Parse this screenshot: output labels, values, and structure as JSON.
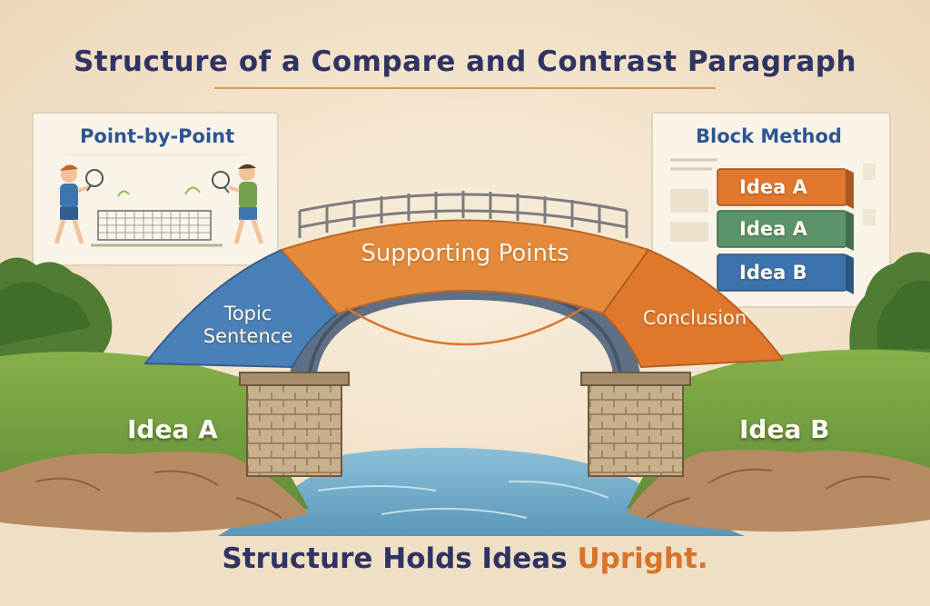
{
  "title": "Structure of a Compare and Contrast Paragraph",
  "left_card": {
    "title": "Point-by-Point"
  },
  "right_card": {
    "title": "Block Method",
    "blocks": [
      {
        "label": "Idea A",
        "color": "#e1782d"
      },
      {
        "label": "Idea A",
        "color": "#5b946a"
      },
      {
        "label": "Idea B",
        "color": "#3d73ad"
      }
    ]
  },
  "bridge": {
    "topic_sentence": "Topic Sentence",
    "supporting_points": "Supporting Points",
    "conclusion": "Conclusion"
  },
  "banks": {
    "left": "Idea A",
    "right": "Idea B"
  },
  "tagline": {
    "main": "Structure Holds Ideas",
    "accent": "Upright."
  },
  "colors": {
    "title": "#2f3463",
    "accent": "#d8742a",
    "blue": "#4a80b8",
    "orange": "#e58a3a",
    "green": "#6c9a3e",
    "water": "#6fa9c8"
  }
}
